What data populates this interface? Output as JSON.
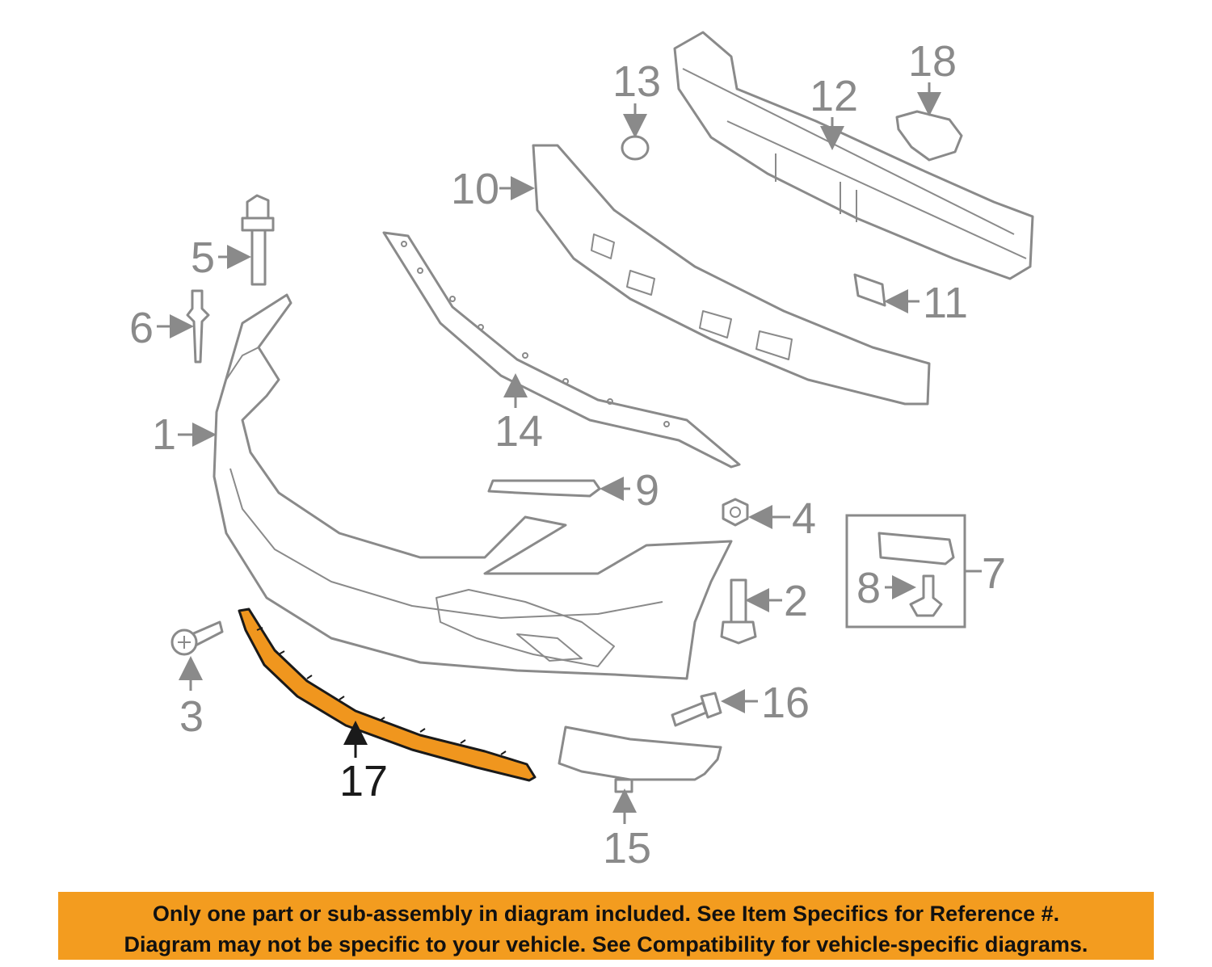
{
  "callouts": {
    "c1": "1",
    "c2": "2",
    "c3": "3",
    "c4": "4",
    "c5": "5",
    "c6": "6",
    "c7": "7",
    "c8": "8",
    "c9": "9",
    "c10": "10",
    "c11": "11",
    "c12": "12",
    "c13": "13",
    "c14": "14",
    "c15": "15",
    "c16": "16",
    "c17": "17",
    "c18": "18"
  },
  "highlighted_part": "17",
  "colors": {
    "highlight": "#f0961e",
    "banner": "#f39c1f",
    "linework": "#8a8a8a"
  },
  "notice": {
    "line1": "Only one part or sub-assembly in diagram included. See Item Specifics for Reference #.",
    "line2": "Diagram may not be specific to your vehicle. See Compatibility for vehicle-specific diagrams."
  }
}
